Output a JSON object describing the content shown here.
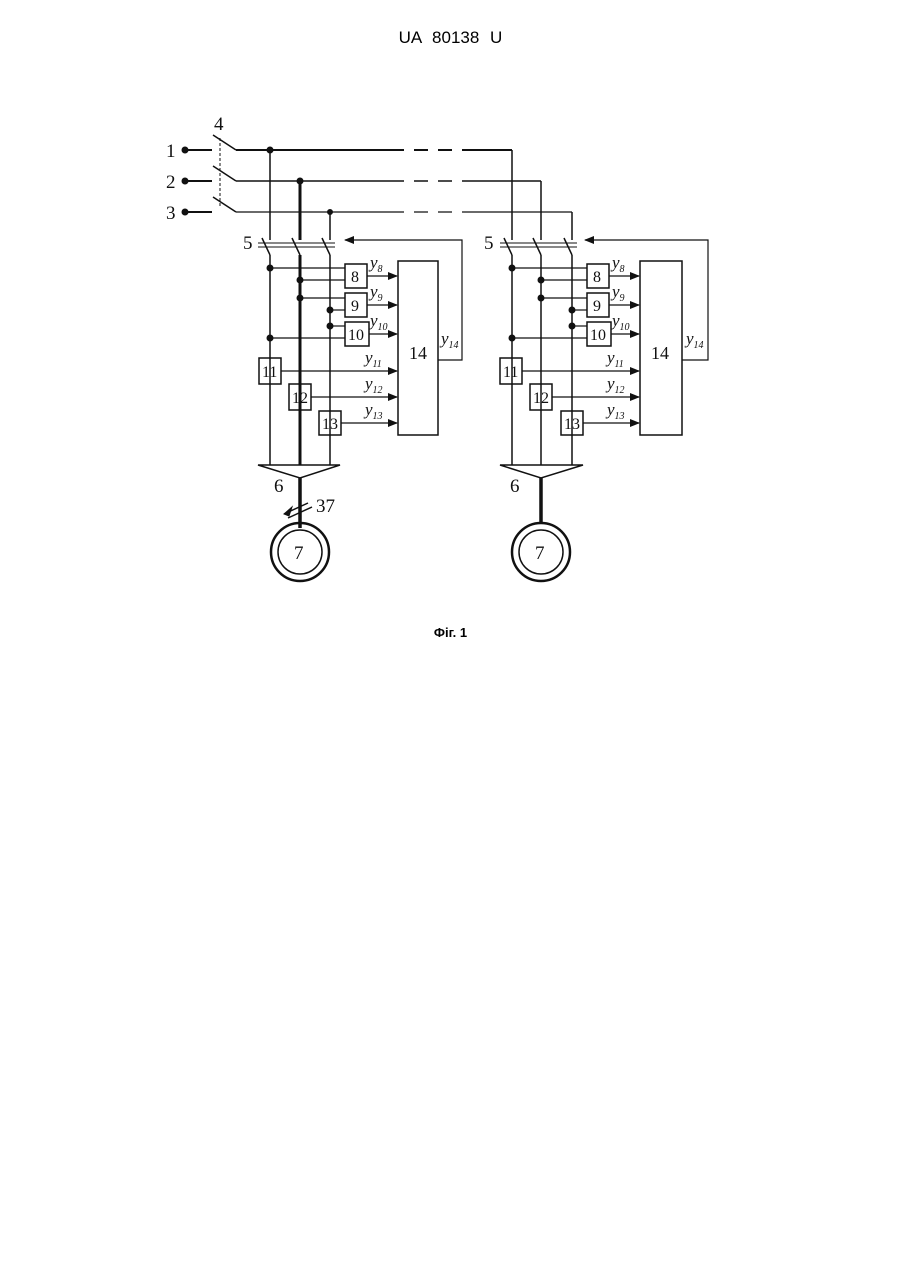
{
  "header": {
    "patent_id": "UA   80138   U"
  },
  "figure": {
    "caption": "Фіг. 1",
    "terminal_labels": [
      "1",
      "2",
      "3"
    ],
    "breaker_label": "4",
    "units": [
      {
        "switch_label": "5",
        "rectifier_label": "6",
        "motor_label": "7",
        "fault_label": "37",
        "sensor_boxes": [
          "8",
          "9",
          "10",
          "11",
          "12",
          "13"
        ],
        "controller_label": "14",
        "signals": [
          {
            "base": "y",
            "sub": "8"
          },
          {
            "base": "y",
            "sub": "9"
          },
          {
            "base": "y",
            "sub": "10"
          },
          {
            "base": "y",
            "sub": "11"
          },
          {
            "base": "y",
            "sub": "12"
          },
          {
            "base": "y",
            "sub": "13"
          },
          {
            "base": "y",
            "sub": "14"
          }
        ]
      },
      {
        "switch_label": "5",
        "rectifier_label": "6",
        "motor_label": "7",
        "sensor_boxes": [
          "8",
          "9",
          "10",
          "11",
          "12",
          "13"
        ],
        "controller_label": "14",
        "signals": [
          {
            "base": "y",
            "sub": "8"
          },
          {
            "base": "y",
            "sub": "9"
          },
          {
            "base": "y",
            "sub": "10"
          },
          {
            "base": "y",
            "sub": "11"
          },
          {
            "base": "y",
            "sub": "12"
          },
          {
            "base": "y",
            "sub": "13"
          },
          {
            "base": "y",
            "sub": "14"
          }
        ]
      }
    ]
  }
}
